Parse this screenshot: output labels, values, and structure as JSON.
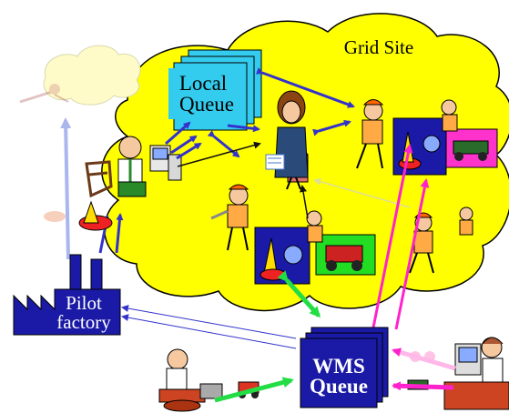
{
  "grid_site": {
    "label": "Grid Site",
    "cloud_color": "#ffff00"
  },
  "local_queue": {
    "line1": "Local",
    "line2": "Queue",
    "color": "#33ccee"
  },
  "pilot_factory": {
    "line1": "Pilot",
    "line2": "factory",
    "color": "#1a1aa6"
  },
  "wms_queue": {
    "line1": "WMS",
    "line2": "Queue",
    "color": "#1a1aa6"
  },
  "arrow_colors": {
    "dark_blue": "#3333cc",
    "magenta": "#ff22cc",
    "green": "#22dd44",
    "light_blue": "#aab6ee",
    "pale_yellow": "#dede99",
    "black": "#111111"
  },
  "icons": {
    "outside_cloud": "small-cloud-icon",
    "sender": "user-at-laptop-icon",
    "admin": "frustrated-admin-icon",
    "sysadmin": "sysadmin-at-computer-icon",
    "worker": "worker-icon",
    "job": "job-vehicle-icon",
    "factory": "factory-icon"
  }
}
